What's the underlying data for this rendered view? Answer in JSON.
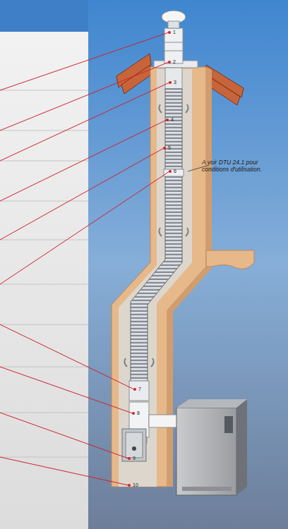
{
  "diagram": {
    "labels": [
      "1",
      "2",
      "3",
      "4",
      "5",
      "6",
      "7",
      "8",
      "9",
      "10",
      "A voir DTU 24.1 pour conditions d'utilisation."
    ]
  }
}
